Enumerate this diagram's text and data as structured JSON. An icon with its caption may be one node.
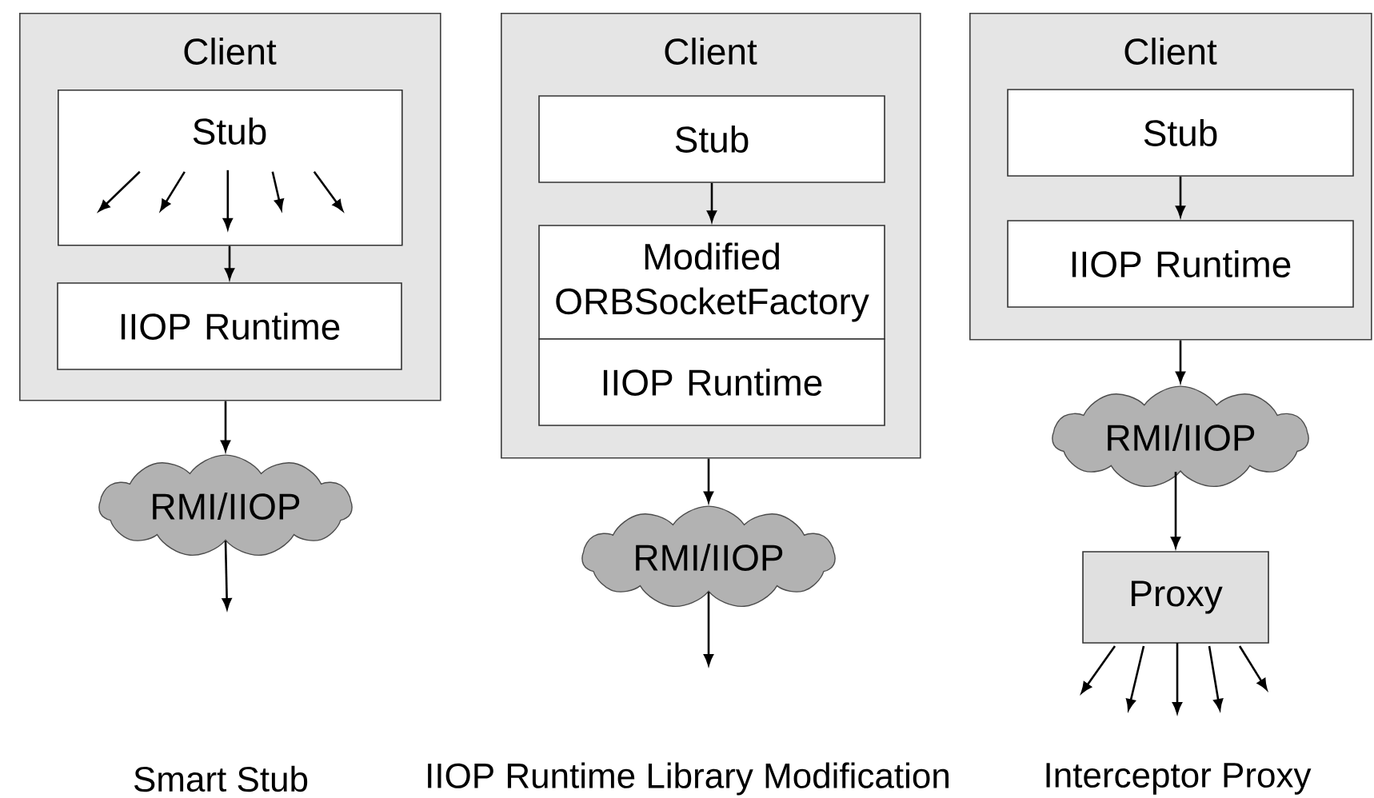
{
  "diagram": {
    "nodes": [
      {
        "text": [
          "Client"
        ]
      },
      {
        "text": [
          "Stub"
        ],
        "in": 0
      },
      {
        "text": [
          "IIOP Runtime"
        ],
        "in": 0
      },
      {
        "text": [
          "RMI/IIOP"
        ]
      },
      {
        "text": [
          "Client"
        ]
      },
      {
        "text": [
          "Stub"
        ],
        "in": 4
      },
      {
        "text": [
          "Modified ORBSocketFactory"
        ],
        "in": 4
      },
      {
        "text": [
          "IIOP Runtime"
        ],
        "in": 4
      },
      {
        "text": [
          "RMI/IIOP"
        ]
      },
      {
        "text": [
          "Client"
        ]
      },
      {
        "text": [
          "Stub"
        ],
        "in": 9
      },
      {
        "text": [
          "IIOP Runtime"
        ],
        "in": 9
      },
      {
        "text": [
          "RMI/IIOP"
        ]
      },
      {
        "text": [
          "Proxy"
        ]
      }
    ],
    "edges": [
      {
        "from": 1,
        "to": null,
        "arrow": "to"
      },
      {
        "from": 1,
        "to": null,
        "arrow": "to"
      },
      {
        "from": 1,
        "to": null,
        "arrow": "to"
      },
      {
        "from": 1,
        "to": null,
        "arrow": "to"
      },
      {
        "from": 1,
        "to": null,
        "arrow": "to"
      },
      {
        "from": 1,
        "to": 2,
        "arrow": "to"
      },
      {
        "from": 0,
        "to": 3,
        "arrow": "to"
      },
      {
        "from": 3,
        "to": null,
        "arrow": "to"
      },
      {
        "from": 5,
        "to": 6,
        "arrow": "to"
      },
      {
        "from": 4,
        "to": 8,
        "arrow": "to"
      },
      {
        "from": 8,
        "to": null,
        "arrow": "to"
      },
      {
        "from": 10,
        "to": 11,
        "arrow": "to"
      },
      {
        "from": 9,
        "to": 12,
        "arrow": "to"
      },
      {
        "from": 12,
        "to": 13,
        "arrow": "to"
      },
      {
        "from": 13,
        "to": null,
        "arrow": "to"
      },
      {
        "from": 13,
        "to": null,
        "arrow": "to"
      },
      {
        "from": 13,
        "to": null,
        "arrow": "to"
      },
      {
        "from": 13,
        "to": null,
        "arrow": "to"
      },
      {
        "from": 13,
        "to": null,
        "arrow": "to"
      }
    ],
    "labels": [
      "Smart Stub",
      "IIOP Runtime Library Modification",
      "Interceptor Proxy"
    ]
  }
}
